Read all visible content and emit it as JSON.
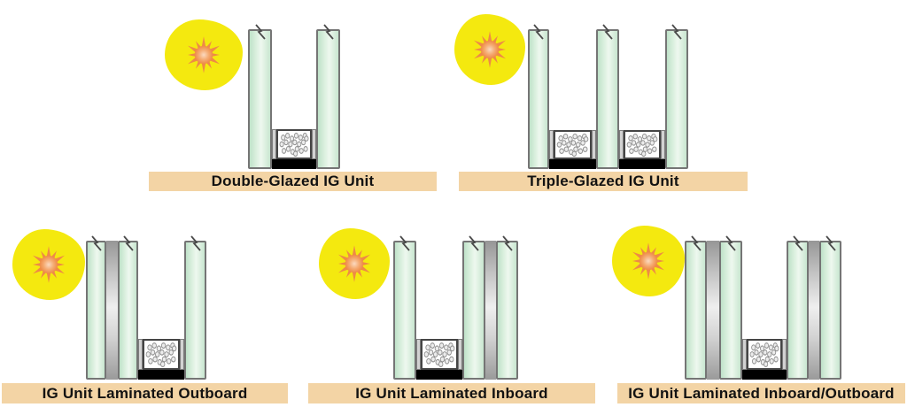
{
  "diagram": {
    "type": "insulating-glass-unit-configurations",
    "units": [
      {
        "label": "Double-Glazed IG Unit",
        "layers": [
          "glass",
          "air-gap",
          "glass"
        ],
        "spacer_count": 1,
        "laminated": "none"
      },
      {
        "label": "Triple-Glazed IG Unit",
        "layers": [
          "glass",
          "air-gap",
          "glass",
          "air-gap",
          "glass"
        ],
        "spacer_count": 2,
        "laminated": "none"
      },
      {
        "label": "IG Unit Laminated Outboard",
        "layers": [
          "glass",
          "interlayer",
          "glass",
          "air-gap",
          "glass"
        ],
        "spacer_count": 1,
        "laminated": "outboard"
      },
      {
        "label": "IG Unit Laminated Inboard",
        "layers": [
          "glass",
          "air-gap",
          "glass",
          "interlayer",
          "glass"
        ],
        "spacer_count": 1,
        "laminated": "inboard"
      },
      {
        "label": "IG Unit Laminated Inboard/Outboard",
        "layers": [
          "glass",
          "interlayer",
          "glass",
          "air-gap",
          "glass",
          "interlayer",
          "glass"
        ],
        "spacer_count": 1,
        "laminated": "inboard-outboard"
      }
    ],
    "symbols": {
      "sun": "sun-icon",
      "glazing_pin": "glazing-pin-icon",
      "desiccant": "desiccant-beads",
      "sealant": "sealant-block"
    }
  },
  "colors": {
    "background": "#ffffff",
    "glass_fill": "#d9efdd",
    "glass_edge": "#bfe2c9",
    "glass_border": "#757575",
    "interlayer_gray": "#c6c6c6",
    "spacer_fill": "#ffffff",
    "spacer_border": "#454545",
    "spacer_tab": "#d2d2d2",
    "sealant_black": "#000000",
    "caption_bg": "#f3d4a5",
    "caption_text": "#121212",
    "sun_yellow": "#f4e90f",
    "sun_ray_orange": "#ee8a46",
    "sun_core_peach": "#fbd9c0"
  }
}
